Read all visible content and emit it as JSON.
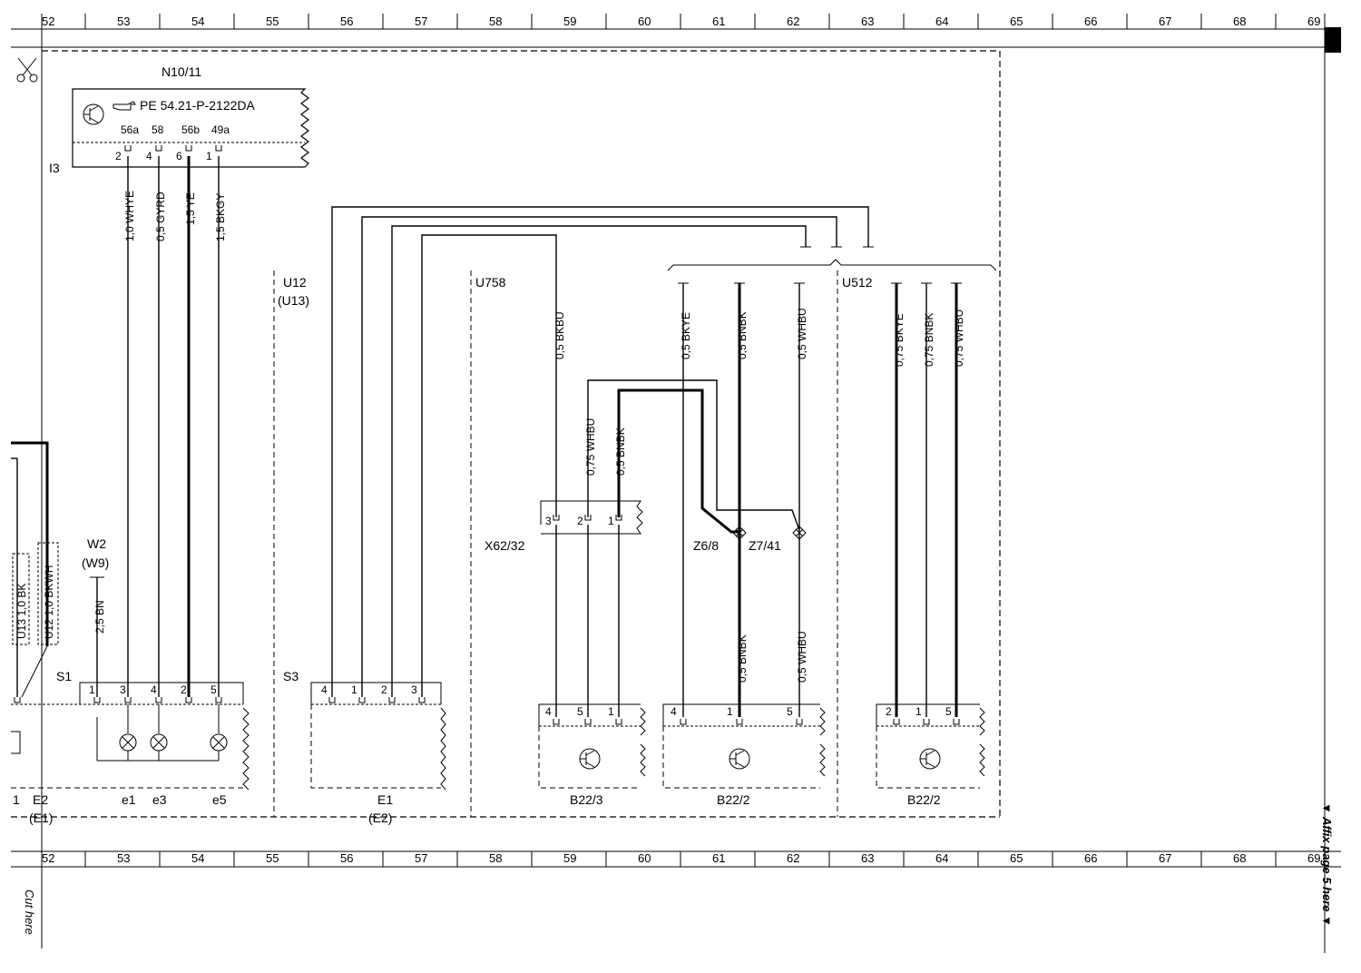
{
  "ruler": {
    "columns": [
      "52",
      "53",
      "54",
      "55",
      "56",
      "57",
      "58",
      "59",
      "60",
      "61",
      "62",
      "63",
      "64",
      "65",
      "66",
      "67",
      "68",
      "69"
    ]
  },
  "module_n1011": {
    "name": "N10/11",
    "ref": "PE 54.21-P-2122DA",
    "pins": [
      "56a",
      "58",
      "56b",
      "49a"
    ],
    "pin_numbers": [
      "2",
      "4",
      "6",
      "1"
    ],
    "connector": "I3"
  },
  "wires_top": [
    "1,0 WHYE",
    "0,5 GYRD",
    "1,5 YE",
    "1,5 BKGY"
  ],
  "w2": {
    "name": "W2",
    "alt": "(W9)",
    "wire": "2,5 BN"
  },
  "left_wires": [
    "U13 1,0 BK",
    "U12 1,0 BKWH"
  ],
  "s1": {
    "name": "S1",
    "pins": [
      "1",
      "3",
      "4",
      "2",
      "5"
    ],
    "lamps": [
      "e1",
      "e3",
      "e5"
    ],
    "e2": "E2",
    "e2_alt": "(E1)",
    "left_num": "1"
  },
  "u12": {
    "name": "U12",
    "alt": "(U13)"
  },
  "s3": {
    "name": "S3",
    "pins": [
      "4",
      "1",
      "2",
      "3"
    ],
    "module": "E1",
    "module_alt": "(E2)"
  },
  "u758": {
    "name": "U758",
    "wire_top": "0,5 BKBU",
    "wires_mid": [
      "0,75 WHBU",
      "0,5 BNBK"
    ],
    "connector": "X62/32",
    "connector_pins": [
      "3",
      "2",
      "1"
    ],
    "b22_3": {
      "name": "B22/3",
      "pins": [
        "4",
        "5",
        "1"
      ]
    }
  },
  "b22_2a": {
    "name": "B22/2",
    "pins": [
      "4",
      "1",
      "5"
    ],
    "wires_top": [
      "0,5 BKYE",
      "0,5 BNBK",
      "0,5 WHBU"
    ],
    "wires_bottom": [
      "0,5 BNBK",
      "0,5 WHBU"
    ],
    "splices": [
      "Z6/8",
      "Z7/41"
    ]
  },
  "u512": {
    "name": "U512",
    "wires": [
      "0,75 BKYE",
      "0,75 BNBK",
      "0,75 WHBU"
    ],
    "b22_2": {
      "name": "B22/2",
      "pins": [
        "2",
        "1",
        "5"
      ]
    }
  },
  "side_text": {
    "affix": "▼ Affix page 5 here ▼",
    "cut": "Cut here"
  }
}
